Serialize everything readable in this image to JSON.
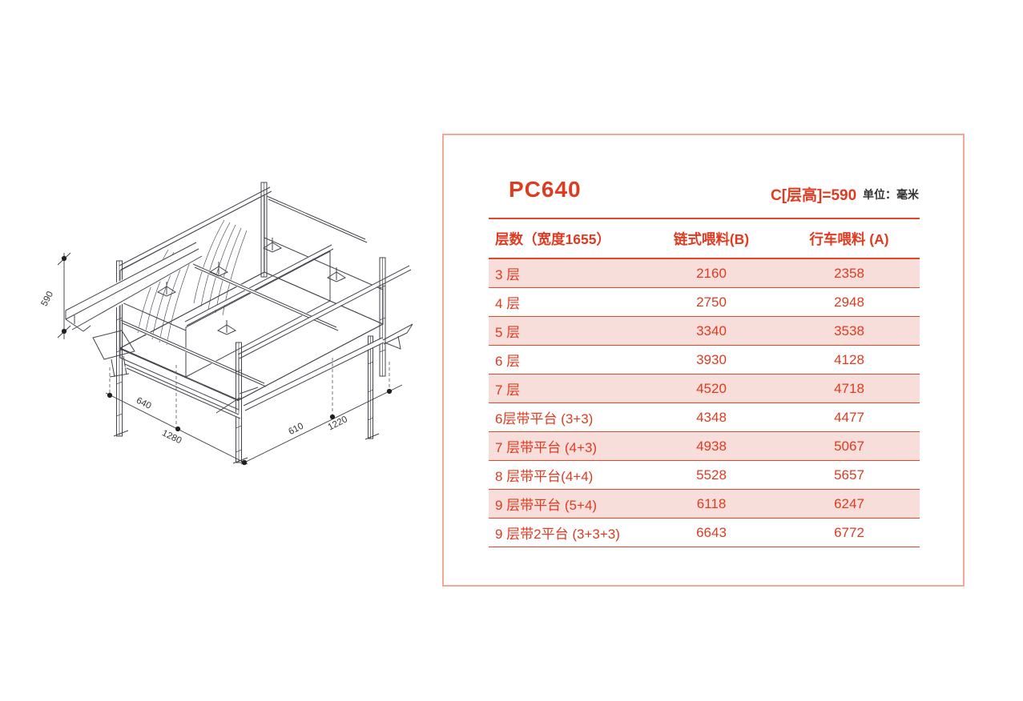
{
  "panel": {
    "title": "PC640",
    "spec_note": "C[层高]=590",
    "unit_label": "单位：毫米",
    "accent_text_color": "#de3b21",
    "line_color": "#e2462b",
    "row_shade_color": "#f8dedb",
    "border_color": "#f4a893"
  },
  "table": {
    "columns": [
      "层数（宽度1655）",
      "链式喂料(B)",
      "行车喂料 (A)"
    ],
    "rows": [
      {
        "label": "3 层",
        "chain_feed_b": "2160",
        "crane_feed_a": "2358",
        "shaded": true
      },
      {
        "label": "4 层",
        "chain_feed_b": "2750",
        "crane_feed_a": "2948",
        "shaded": false
      },
      {
        "label": "5 层",
        "chain_feed_b": "3340",
        "crane_feed_a": "3538",
        "shaded": true
      },
      {
        "label": "6 层",
        "chain_feed_b": "3930",
        "crane_feed_a": "4128",
        "shaded": false
      },
      {
        "label": "7 层",
        "chain_feed_b": "4520",
        "crane_feed_a": "4718",
        "shaded": true
      },
      {
        "label": "6层带平台 (3+3)",
        "chain_feed_b": "4348",
        "crane_feed_a": "4477",
        "shaded": false
      },
      {
        "label": "7 层带平台 (4+3)",
        "chain_feed_b": "4938",
        "crane_feed_a": "5067",
        "shaded": true
      },
      {
        "label": "8 层带平台(4+4)",
        "chain_feed_b": "5528",
        "crane_feed_a": "5657",
        "shaded": false
      },
      {
        "label": "9 层带平台 (5+4)",
        "chain_feed_b": "6118",
        "crane_feed_a": "6247",
        "shaded": true
      },
      {
        "label": "9 层带2平台 (3+3+3)",
        "chain_feed_b": "6643",
        "crane_feed_a": "6772",
        "shaded": false
      }
    ]
  },
  "diagram": {
    "description": "isometric wireframe drawing of a layer battery cage module",
    "dimensions": {
      "tier_height": "590",
      "left_front": "640",
      "left_total": "1280",
      "right_front": "610",
      "right_total": "1220"
    }
  }
}
